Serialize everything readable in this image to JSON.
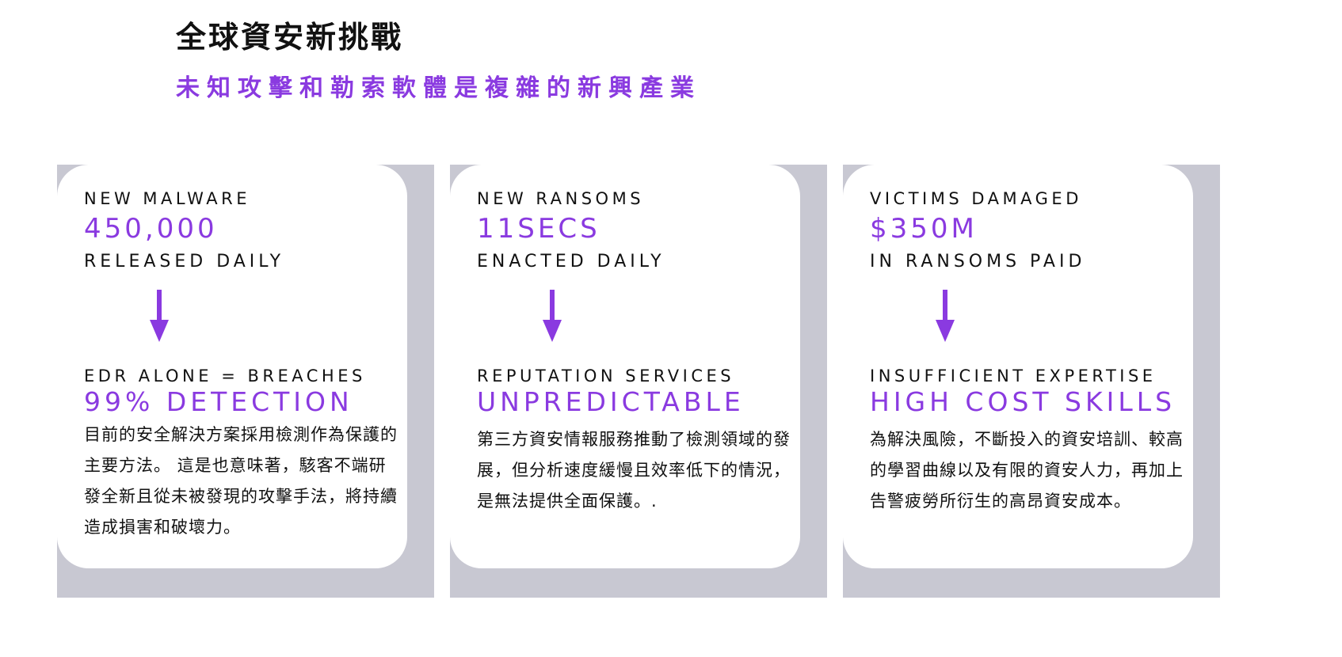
{
  "header": {
    "title": "全球資安新挑戰",
    "subtitle": "未知攻擊和勒索軟體是複雜的新興產業"
  },
  "accent_color": "#8a3ae0",
  "cards": [
    {
      "label": "NEW MALWARE",
      "stat": "450,000",
      "stat_caption": "RELEASED DAILY",
      "arrow_icon": "arrow-down-icon",
      "problem": "EDR ALONE = BREACHES",
      "problem_stat": "99% DETECTION",
      "description": "目前的安全解決方案採用檢測作為保護的主要方法。 這是也意味著，駭客不端研發全新且從未被發現的攻擊手法，將持續造成損害和破壞力。"
    },
    {
      "label": "NEW RANSOMS",
      "stat": "11SECS",
      "stat_caption": "ENACTED DAILY",
      "arrow_icon": "arrow-down-icon",
      "problem": "REPUTATION SERVICES",
      "problem_stat": "UNPREDICTABLE",
      "description": "第三方資安情報服務推動了檢測領域的發展，但分析速度緩慢且效率低下的情況，是無法提供全面保護。."
    },
    {
      "label": "VICTIMS DAMAGED",
      "stat": "$350M",
      "stat_caption": "IN RANSOMS PAID",
      "arrow_icon": "arrow-down-icon",
      "problem": "INSUFFICIENT EXPERTISE",
      "problem_stat": "HIGH COST SKILLS",
      "description": "為解決風險，不斷投入的資安培訓、較高的學習曲線以及有限的資安人力，再加上告警疲勞所衍生的高昂資安成本。"
    }
  ]
}
